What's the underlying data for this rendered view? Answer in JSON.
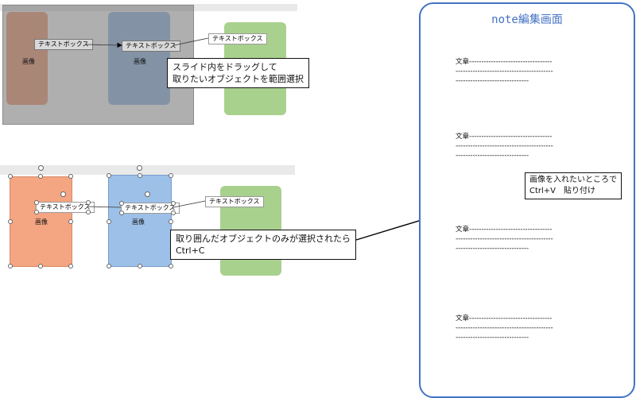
{
  "labels": {
    "textbox": "テキストボックス",
    "image": "画像"
  },
  "callouts": {
    "select": [
      "スライド内をドラッグして",
      "取りたいオブジェクトを範囲選択"
    ],
    "copy": [
      "取り囲んだオブジェクトのみが選択されたら",
      "Ctrl+C"
    ],
    "paste": [
      "画像を入れたいところで",
      "Ctrl+V　貼り付け"
    ]
  },
  "note": {
    "title": "note編集画面",
    "paragraph": [
      "文章----------------------------------",
      "----------------------------------------",
      "------------------------------"
    ]
  },
  "colors": {
    "orange": "#f4a582",
    "blue": "#9dc0e8",
    "green": "#a9d18e",
    "panel_border": "#4472c4"
  }
}
